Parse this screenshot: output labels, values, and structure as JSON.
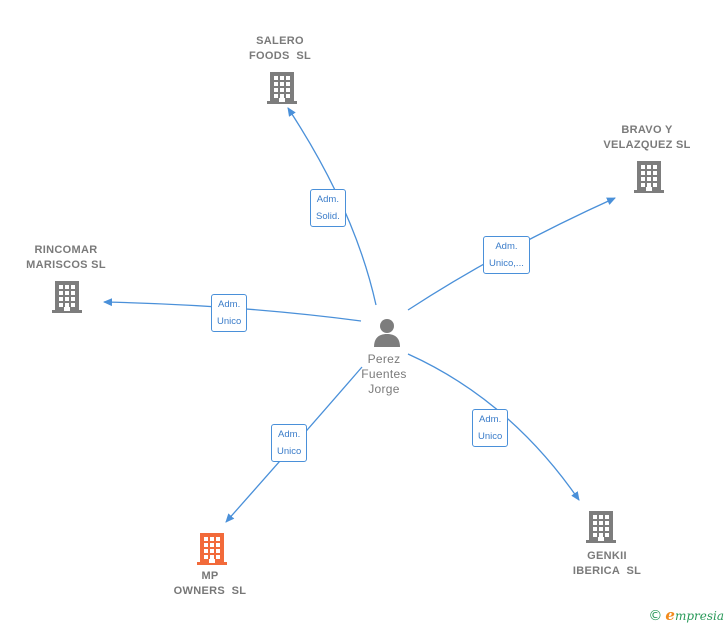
{
  "colors": {
    "edge": "#4a90d9",
    "building": "#7d7d7d",
    "building_highlight": "#f26a3a",
    "person": "#7d7d7d"
  },
  "center": {
    "name_lines": [
      "Perez",
      "Fuentes",
      "Jorge"
    ],
    "icon": "person-icon"
  },
  "nodes": [
    {
      "id": "salero",
      "name_lines": [
        "SALERO",
        "FOODS  SL"
      ],
      "icon": "building-icon",
      "highlight": false
    },
    {
      "id": "bravo",
      "name_lines": [
        "BRAVO Y",
        "VELAZQUEZ SL"
      ],
      "icon": "building-icon",
      "highlight": false
    },
    {
      "id": "rincomar",
      "name_lines": [
        "RINCOMAR",
        "MARISCOS SL"
      ],
      "icon": "building-icon",
      "highlight": false
    },
    {
      "id": "mp",
      "name_lines": [
        "MP",
        "OWNERS  SL"
      ],
      "icon": "building-icon",
      "highlight": true
    },
    {
      "id": "genkii",
      "name_lines": [
        "GENKII",
        "IBERICA  SL"
      ],
      "icon": "building-icon",
      "highlight": false
    }
  ],
  "edges": [
    {
      "to": "salero",
      "label_lines": [
        "Adm.",
        "Solid."
      ]
    },
    {
      "to": "bravo",
      "label_lines": [
        "Adm.",
        "Unico,..."
      ]
    },
    {
      "to": "rincomar",
      "label_lines": [
        "Adm.",
        "Unico"
      ]
    },
    {
      "to": "mp",
      "label_lines": [
        "Adm.",
        "Unico"
      ]
    },
    {
      "to": "genkii",
      "label_lines": [
        "Adm.",
        "Unico"
      ]
    }
  ],
  "watermark": {
    "symbol": "©",
    "brand_initial": "e",
    "brand_rest": "mpresia"
  }
}
